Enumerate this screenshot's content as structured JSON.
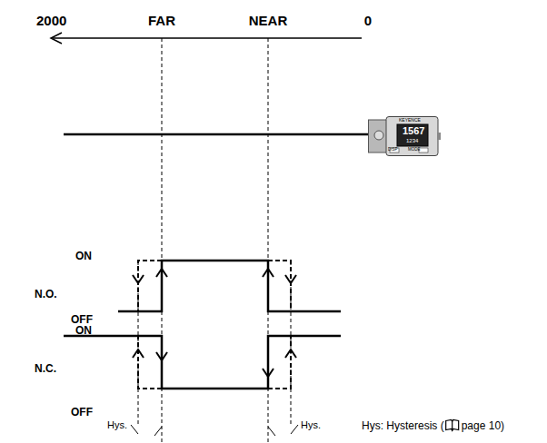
{
  "diagram": {
    "nodes": [
      {
        "text": [
          "KEYENCE",
          "1567",
          "1234",
          "DISP",
          "MODE"
        ]
      }
    ],
    "labels": [
      "2000",
      "FAR",
      "NEAR",
      "0",
      "N.O.",
      "ON",
      "OFF",
      "N.C.",
      "ON",
      "OFF",
      "Hys.",
      "Hys.",
      "Hys: Hysteresis (",
      "page 10)"
    ]
  }
}
